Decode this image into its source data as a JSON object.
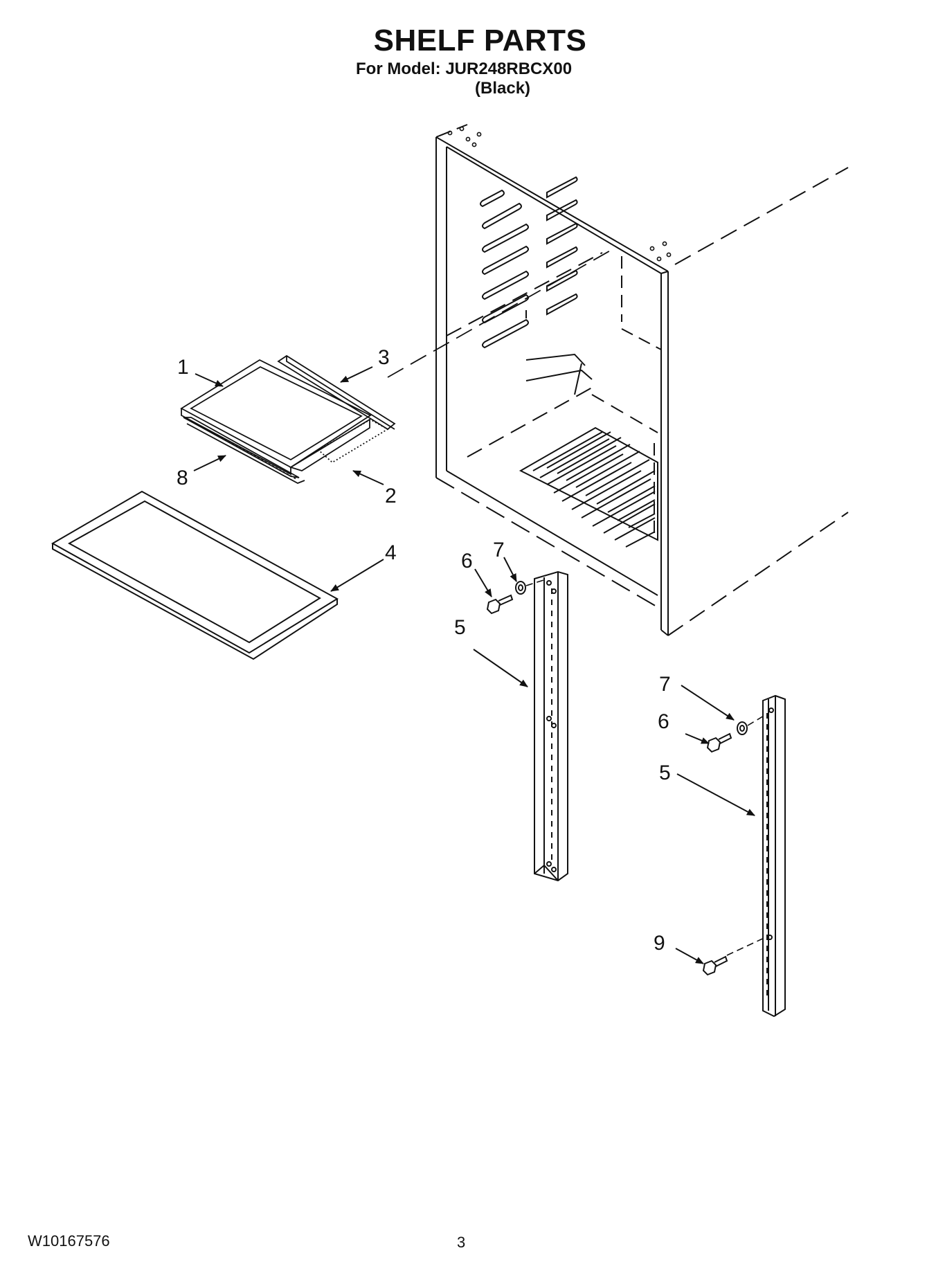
{
  "header": {
    "title": "SHELF PARTS",
    "model_line": "For Model: JUR248RBCX00",
    "variant": "(Black)"
  },
  "callouts": {
    "c1": "1",
    "c2": "2",
    "c3": "3",
    "c4": "4",
    "c5a": "5",
    "c6a": "6",
    "c7a": "7",
    "c5b": "5",
    "c6b": "6",
    "c7b": "7",
    "c8": "8",
    "c9": "9"
  },
  "footer": {
    "doc_number": "W10167576",
    "page_number": "3"
  },
  "colors": {
    "line": "#111111",
    "background": "#ffffff"
  }
}
